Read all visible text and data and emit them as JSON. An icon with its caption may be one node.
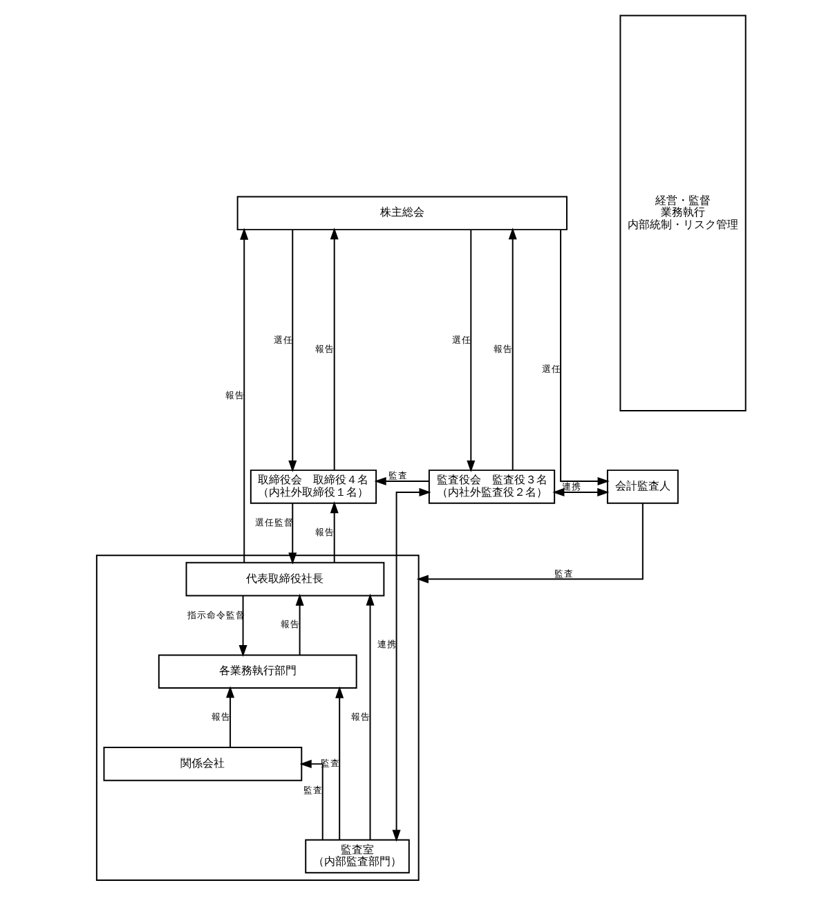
{
  "diagram": {
    "nodes": [
      {
        "text": [
          "株主総会"
        ]
      },
      {
        "text": [
          "取締役会　取締役４名",
          "（内社外取締役１名）"
        ]
      },
      {
        "text": [
          "監査役会　監査役３名",
          "（内社外監査役２名）"
        ]
      },
      {
        "text": [
          "会計監査人"
        ]
      },
      {
        "text": [],
        "shape": "box"
      },
      {
        "text": [
          "代表取締役社長"
        ],
        "in": 4
      },
      {
        "text": [
          "各業務執行部門"
        ],
        "in": 4
      },
      {
        "text": [
          "関係会社"
        ],
        "in": 4
      },
      {
        "text": [
          "監査室",
          "（内部監査部門）"
        ],
        "in": 4
      },
      {
        "text": [
          "経営・監督",
          "業務執行",
          "内部統制・リスク管理"
        ]
      }
    ],
    "edges": [
      {
        "from": 5,
        "to": 0,
        "arrow": "to",
        "label": "報告"
      },
      {
        "from": 1,
        "to": 0,
        "arrow": "to",
        "label": "報告"
      },
      {
        "from": 0,
        "to": 1,
        "arrow": "to",
        "label": "選任"
      },
      {
        "from": 2,
        "to": 0,
        "arrow": "to",
        "label": "報告"
      },
      {
        "from": 0,
        "to": 2,
        "arrow": "to",
        "label": "選任"
      },
      {
        "from": 0,
        "to": 3,
        "arrow": "to",
        "label": "選任"
      },
      {
        "from": 2,
        "to": 1,
        "arrow": "to",
        "label": "監査"
      },
      {
        "from": 2,
        "to": 3,
        "arrow": "both",
        "label": "連携"
      },
      {
        "from": 5,
        "to": 1,
        "arrow": "to",
        "label": "報告"
      },
      {
        "from": 1,
        "to": 5,
        "arrow": "to",
        "label": "選任監督"
      },
      {
        "from": 3,
        "to": 4,
        "arrow": "to",
        "label": "監査"
      },
      {
        "from": 8,
        "to": 5,
        "arrow": "to",
        "label": "報告"
      },
      {
        "from": 2,
        "to": 8,
        "arrow": "both",
        "label": "連携"
      },
      {
        "from": 5,
        "to": 6,
        "arrow": "to",
        "label": "指示命令監督"
      },
      {
        "from": 6,
        "to": 5,
        "arrow": "to",
        "label": "報告"
      },
      {
        "from": 7,
        "to": 6,
        "arrow": "to",
        "label": "報告"
      },
      {
        "from": 8,
        "to": 6,
        "arrow": "to",
        "label": "監査"
      },
      {
        "from": 8,
        "to": 7,
        "arrow": "to",
        "label": "監査"
      }
    ]
  }
}
